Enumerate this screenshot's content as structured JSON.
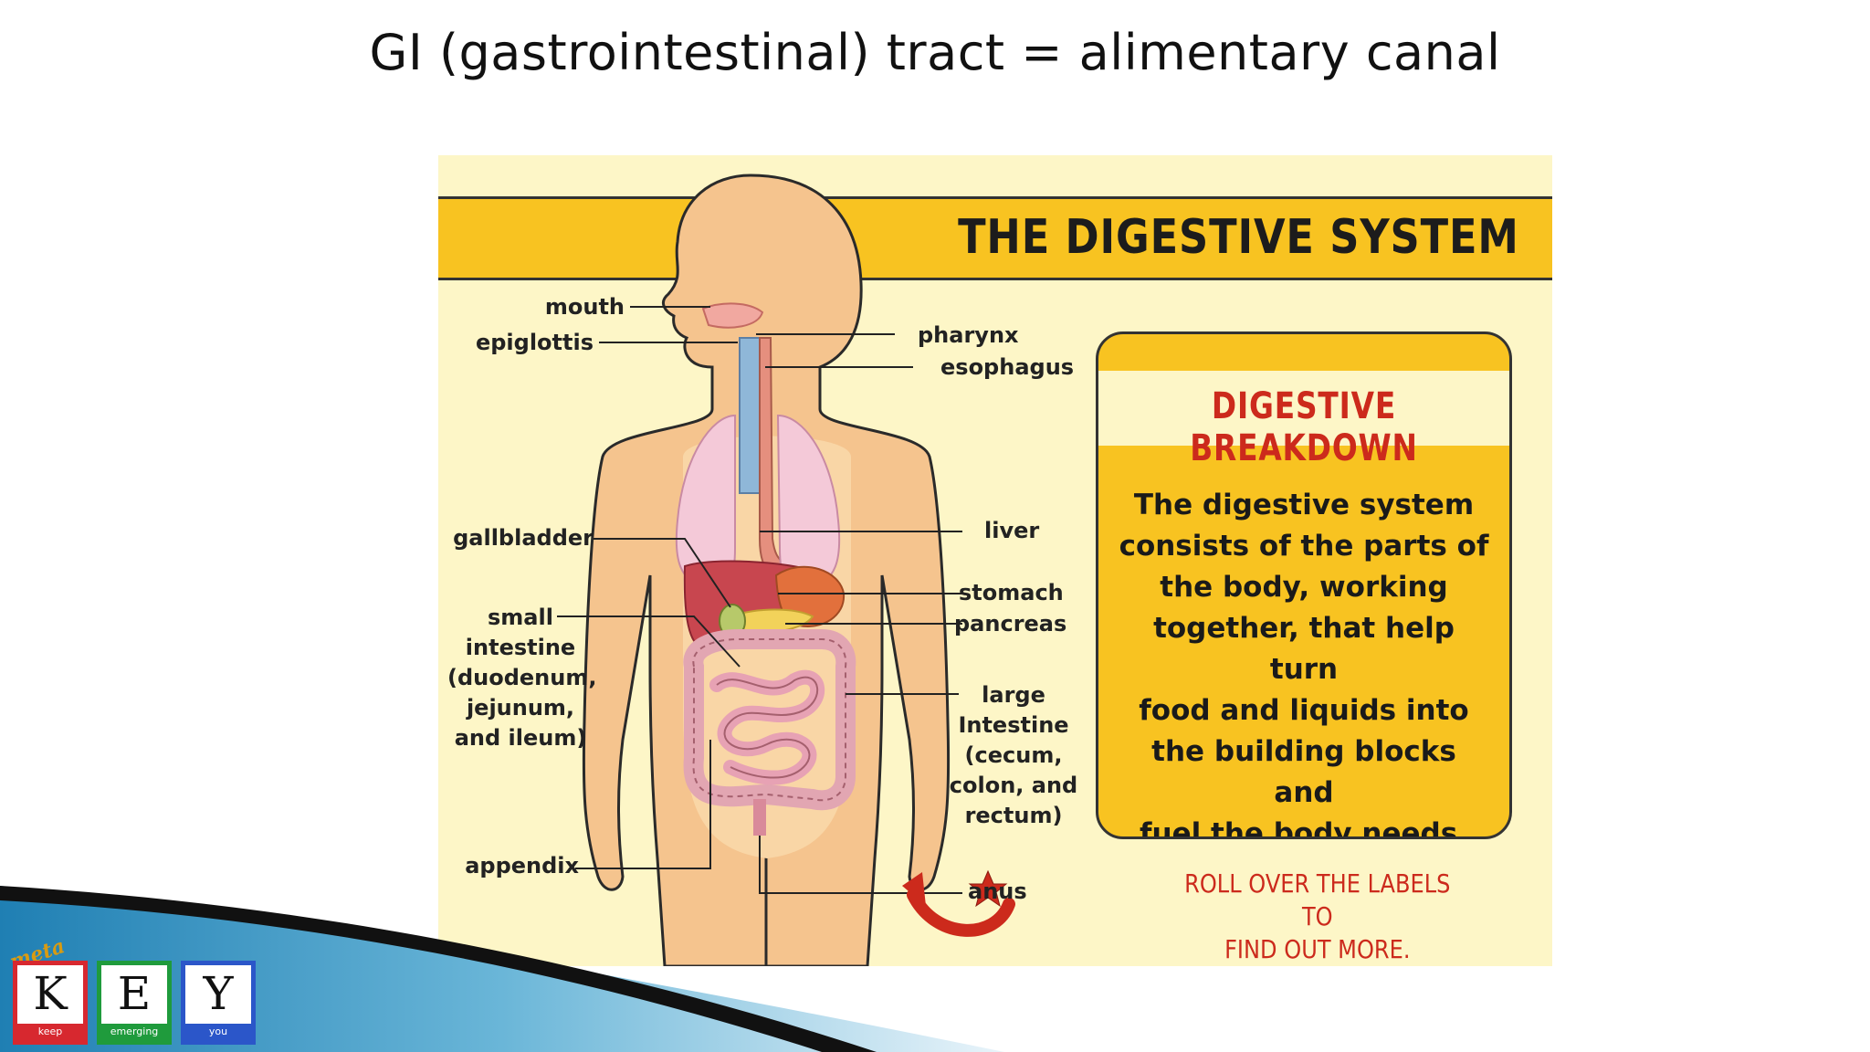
{
  "slide": {
    "title": "GI (gastrointestinal) tract = alimentary canal"
  },
  "figure": {
    "banner_title": "THE DIGESTIVE SYSTEM",
    "labels": {
      "mouth": "mouth",
      "epiglottis": "epiglottis",
      "pharynx": "pharynx",
      "esophagus": "esophagus",
      "liver": "liver",
      "gallbladder": "gallbladder",
      "stomach": "stomach",
      "pancreas": "pancreas",
      "small_intestine": [
        "small",
        "intestine",
        "(duodenum,",
        "jejunum,",
        "and ileum)"
      ],
      "large_intestine": [
        "large",
        "Intestine",
        "(cecum,",
        "colon, and",
        "rectum)"
      ],
      "appendix": "appendix",
      "anus": "anus"
    },
    "panel": {
      "heading": "DIGESTIVE BREAKDOWN",
      "body": [
        "The digestive system",
        "consists of the parts of",
        "the body, working",
        "together, that help turn",
        "food and liquids into",
        "the building blocks and",
        "fuel the body needs."
      ]
    },
    "rollover": [
      "ROLL OVER THE LABELS TO",
      "FIND OUT MORE."
    ]
  },
  "logo": {
    "meta": "meta",
    "tiles": [
      {
        "letter": "K",
        "word": "keep",
        "color": "#d7282f"
      },
      {
        "letter": "E",
        "word": "emerging",
        "color": "#1f9b3c"
      },
      {
        "letter": "Y",
        "word": "you",
        "color": "#2b56c9"
      }
    ]
  },
  "colors": {
    "banner": "#f8c321",
    "figure_bg": "#fdf6c7",
    "heading_red": "#cc2a1c",
    "skin": "#f5c48e",
    "body_outline": "#2a2a2a"
  }
}
